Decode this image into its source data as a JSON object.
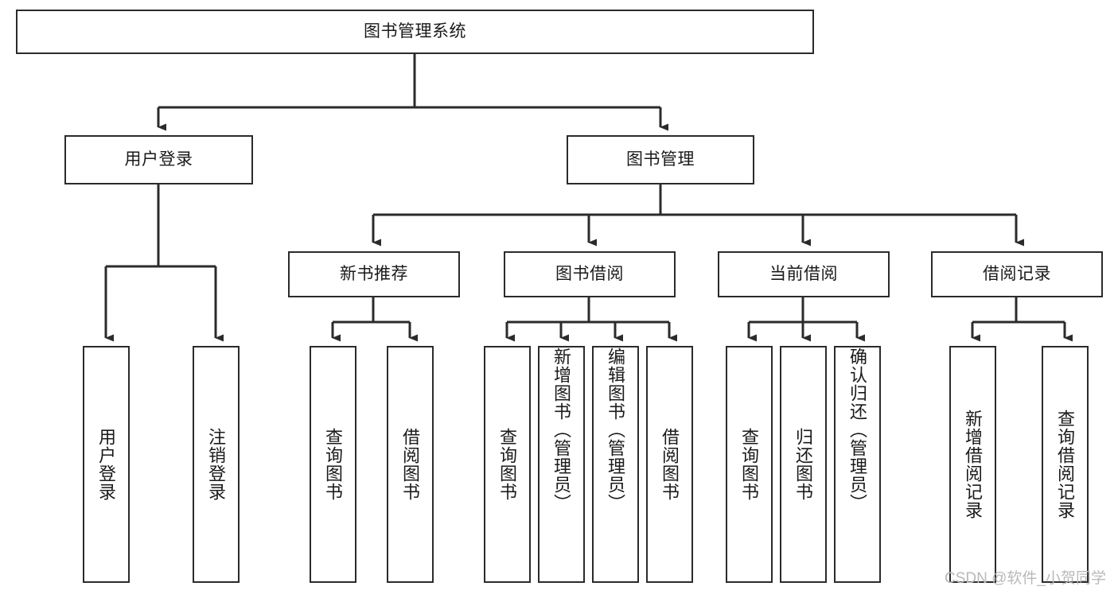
{
  "diagram": {
    "type": "tree-hierarchy-chart",
    "title": "图书管理系统",
    "stroke_color": "#2b2b2b",
    "background_color": "#ffffff",
    "text_color": "#1a1a1a",
    "levels": {
      "level1": {
        "root": {
          "label": "图书管理系统"
        }
      },
      "level2": [
        {
          "label": "用户登录"
        },
        {
          "label": "图书管理"
        }
      ],
      "level3": [
        {
          "label": "新书推荐"
        },
        {
          "label": "图书借阅"
        },
        {
          "label": "当前借阅"
        },
        {
          "label": "借阅记录"
        }
      ],
      "level4": {
        "user_login_children": [
          {
            "label": "用户登录"
          },
          {
            "label": "注销登录"
          }
        ],
        "new_book_children": [
          {
            "label": "查询图书"
          },
          {
            "label": "借阅图书"
          }
        ],
        "book_borrow_children": [
          {
            "label": "查询图书"
          },
          {
            "label": "新增图书（管理员）"
          },
          {
            "label": "编辑图书（管理员）"
          },
          {
            "label": "借阅图书"
          }
        ],
        "current_borrow_children": [
          {
            "label": "查询图书"
          },
          {
            "label": "归还图书"
          },
          {
            "label": "确认归还（管理员）"
          }
        ],
        "borrow_record_children": [
          {
            "label": "新增借阅记录"
          },
          {
            "label": "查询借阅记录"
          }
        ]
      }
    }
  },
  "watermark": {
    "text": "CSDN @软件_小贺同学"
  }
}
